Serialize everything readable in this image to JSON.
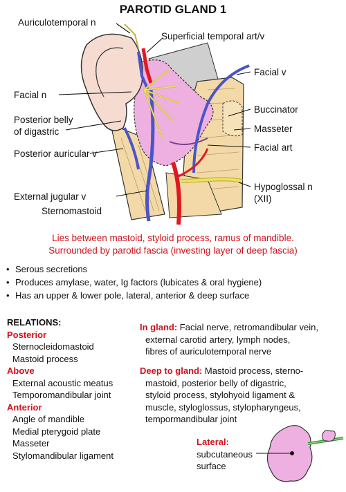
{
  "title": "PAROTID GLAND 1",
  "labels": {
    "auriculotemporal": "Auriculotemporal n",
    "sup_temporal": "Superficial temporal art/v",
    "facial_n": "Facial n",
    "facial_v": "Facial v",
    "post_belly_1": "Posterior belly",
    "post_belly_2": "of digastric",
    "buccinator": "Buccinator",
    "masseter": "Masseter",
    "post_auricular": "Posterior auricular v",
    "facial_art": "Facial art",
    "hypoglossal_1": "Hypoglossal n",
    "hypoglossal_2": "(XII)",
    "ext_jugular": "External jugular v",
    "sternomastoid": "Sternomastoid"
  },
  "summary": {
    "line1": "Lies between mastoid, styloid process, ramus of mandible.",
    "line2": "Surrounded by parotid fascia (investing layer of deep fascia)"
  },
  "bullets": [
    "Serous secretions",
    "Produces amylase, water, Ig factors (lubicates & oral hygiene)",
    "Has an upper & lower pole, lateral, anterior & deep surface"
  ],
  "relations": {
    "heading": "RELATIONS:",
    "posterior": {
      "label": "Posterior",
      "items": [
        "Sternocleidomastoid",
        "Mastoid process"
      ]
    },
    "above": {
      "label": "Above",
      "items": [
        "External acoustic meatus",
        "Temporomandibular joint"
      ]
    },
    "anterior": {
      "label": "Anterior",
      "items": [
        "Angle of mandible",
        "Medial pterygoid plate",
        "Masseter",
        "Stylomandibular ligament"
      ]
    }
  },
  "in_gland": {
    "label": "In gland:",
    "line1": "Facial nerve, retromandibular vein,",
    "line2": "external carotid artery, lymph nodes,",
    "line3": "fibres of auriculotemporal nerve"
  },
  "deep_to_gland": {
    "label": "Deep to gland:",
    "line1": "Mastoid process, sterno-",
    "line2": "mastoid, posterior belly of digastric,",
    "line3": "styloid process, stylohyoid ligament &",
    "line4": "muscle, styloglossus, stylopharyngeus,",
    "line5": "tempormandibular joint"
  },
  "lateral": {
    "label": "Lateral:",
    "line1": "subcutaneous",
    "line2": "surface"
  },
  "colors": {
    "accent_red": "#d0121b",
    "vein_blue": "#4a55c8",
    "artery_red": "#e01820",
    "nerve_yellow": "#f0e060",
    "gland_pink": "#eeb0e0",
    "muscle_tan": "#f3d9a8"
  }
}
